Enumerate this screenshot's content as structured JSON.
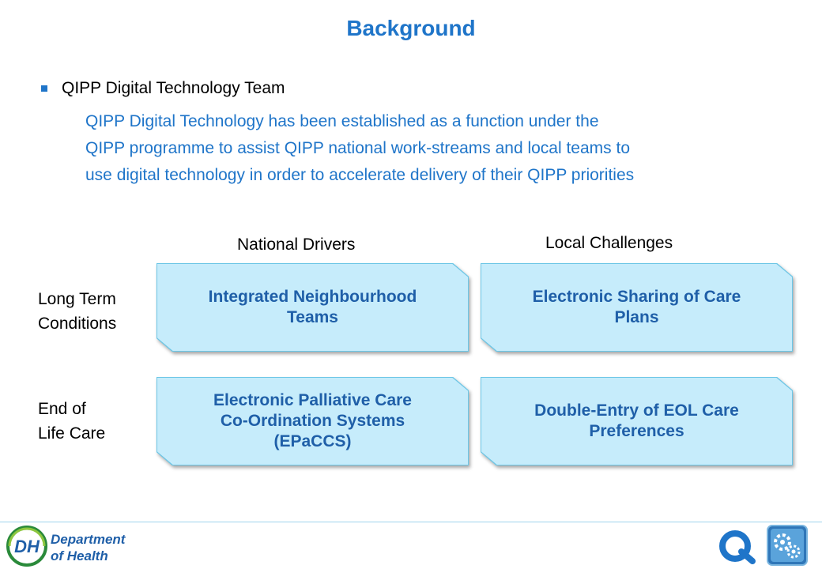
{
  "slide": {
    "title": "Background",
    "bullet": "QIPP Digital Technology Team",
    "paragraph_lines": [
      "QIPP Digital Technology has been established as a function under the",
      "QIPP programme to assist QIPP national work-streams and local teams to",
      "use digital technology in order to accelerate delivery of their QIPP priorities"
    ]
  },
  "grid": {
    "columns": [
      "National Drivers",
      "Local Challenges"
    ],
    "rows": [
      {
        "label_lines": [
          "Long Term",
          "Conditions"
        ],
        "cells": [
          [
            "Integrated Neighbourhood",
            "Teams"
          ],
          [
            "Electronic Sharing of Care",
            "Plans"
          ]
        ]
      },
      {
        "label_lines": [
          "End of",
          "Life Care"
        ],
        "cells": [
          [
            "Electronic Palliative Care",
            "Co-Ordination Systems",
            "(EPaCCS)"
          ],
          [
            "Double-Entry of EOL Care",
            "Preferences"
          ]
        ]
      }
    ]
  },
  "footer": {
    "logo_abbrev": "DH",
    "logo_text_lines": [
      "Department",
      "of Health"
    ]
  },
  "colors": {
    "accent": "#1f75c9",
    "box_fill": "#c6ecfb",
    "box_border": "#6cc6e6",
    "box_text": "#1f5fa8"
  }
}
